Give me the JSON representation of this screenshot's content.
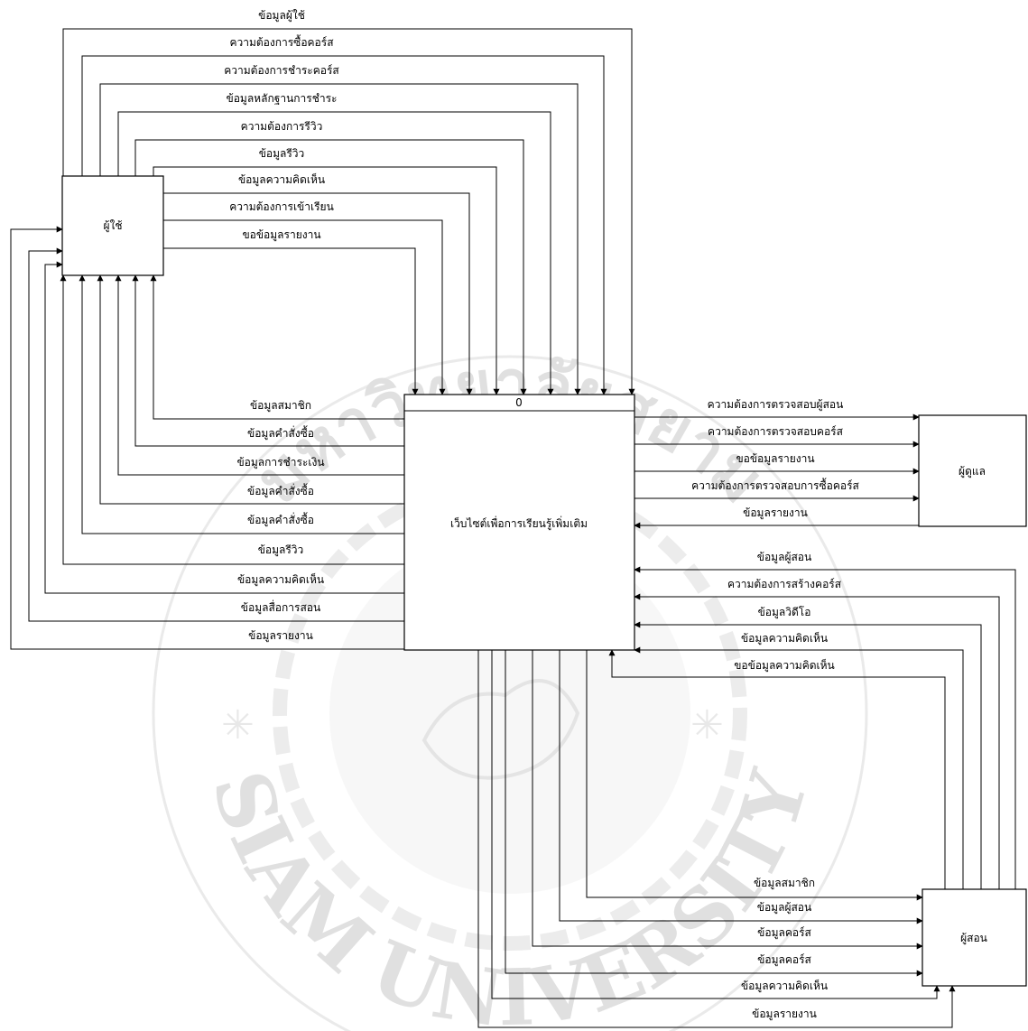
{
  "entities": {
    "user": "ผู้ใช้",
    "admin": "ผู้ดูแล",
    "instructor": "ผู้สอน"
  },
  "process": {
    "number": "0",
    "name": "เว็บไซต์เพื่อการเรียนรู้เพิ่มเติม"
  },
  "flows": {
    "user_to_process": [
      "ข้อมูลผู้ใช้",
      "ความต้องการซื้อคอร์ส",
      "ความต้องการชำระคอร์ส",
      "ข้อมูลหลักฐานการชำระ",
      "ความต้องการรีวิว",
      "ข้อมูลรีวิว",
      "ข้อมูลความคิดเห็น",
      "ความต้องการเข้าเรียน",
      "ขอข้อมูลรายงาน"
    ],
    "process_to_user": [
      "ข้อมูลสมาชิก",
      "ข้อมูลคำสั่งซื้อ",
      "ข้อมูลการชำระเงิน",
      "ข้อมูลคำสั่งซื้อ",
      "ข้อมูลคำสั่งซื้อ",
      "ข้อมูลรีวิว",
      "ข้อมูลความคิดเห็น",
      "ข้อมูลสื่อการสอน",
      "ข้อมูลรายงาน"
    ],
    "process_to_admin": [
      "ความต้องการตรวจสอบผู้สอน",
      "ความต้องการตรวจสอบคอร์ส",
      "ขอข้อมูลรายงาน",
      "ความต้องการตรวจสอบการซื้อคอร์ส"
    ],
    "admin_to_process": [
      "ข้อมูลรายงาน"
    ],
    "instructor_to_process": [
      "ข้อมูลผู้สอน",
      "ความต้องการสร้างคอร์ส",
      "ข้อมูลวิดีโอ",
      "ข้อมูลความคิดเห็น",
      "ขอข้อมูลความคิดเห็น"
    ],
    "process_to_instructor": [
      "ข้อมูลสมาชิก",
      "ข้อมูลผู้สอน",
      "ข้อมูลคอร์ส",
      "ข้อมูลคอร์ส",
      "ข้อมูลความคิดเห็น",
      "ข้อมูลรายงาน"
    ]
  },
  "watermark": {
    "top_text": "มหาวิทยาลัยสยาม",
    "bottom_text": "SIAM UNIVERSITY",
    "color": "#c8c8c8"
  }
}
